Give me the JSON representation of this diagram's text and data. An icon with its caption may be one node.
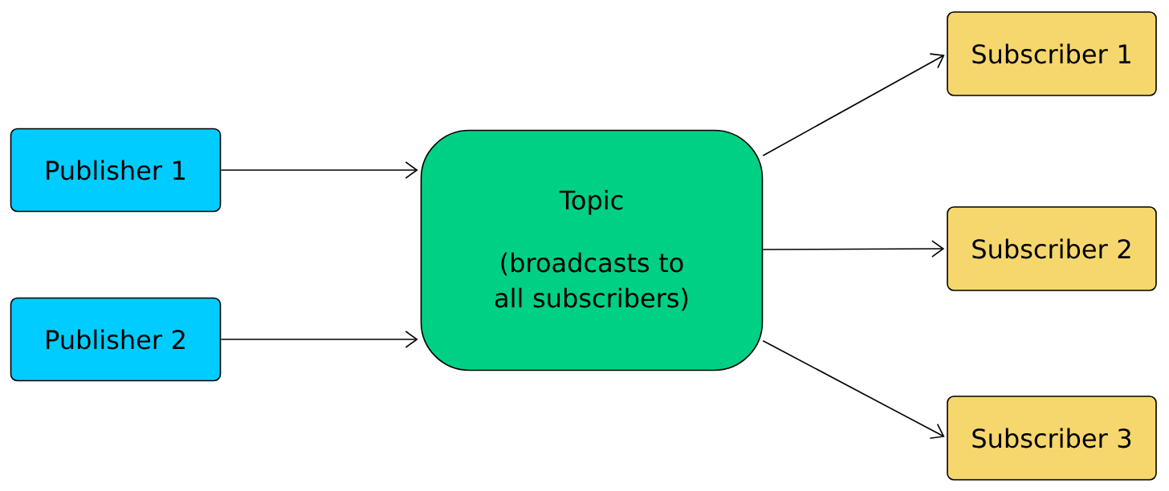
{
  "diagram": {
    "nodes": [
      {
        "text": [
          "Publisher 1"
        ]
      },
      {
        "text": [
          "Publisher 2"
        ]
      },
      {
        "text": [
          "Topic",
          "(broadcasts to all subscribers)"
        ]
      },
      {
        "text": [
          "Subscriber 1"
        ]
      },
      {
        "text": [
          "Subscriber 2"
        ]
      },
      {
        "text": [
          "Subscriber 3"
        ]
      }
    ],
    "edges": [
      {
        "from": 0,
        "to": 2,
        "arrow": "to"
      },
      {
        "from": 1,
        "to": 2,
        "arrow": "to"
      },
      {
        "from": 2,
        "to": 3,
        "arrow": "to"
      },
      {
        "from": 2,
        "to": 4,
        "arrow": "to"
      },
      {
        "from": 2,
        "to": 5,
        "arrow": "to"
      }
    ]
  }
}
